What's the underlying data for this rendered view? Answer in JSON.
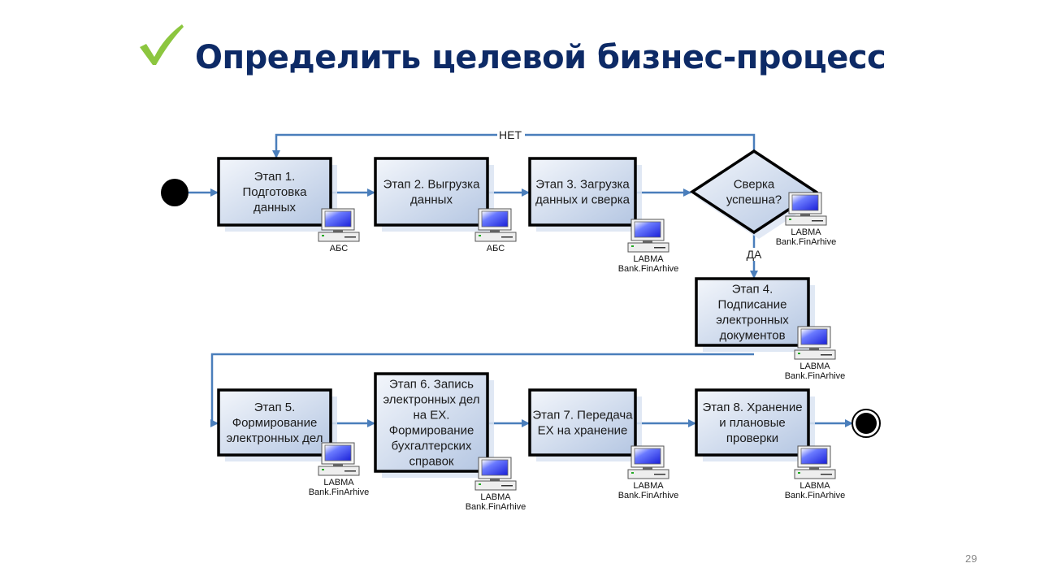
{
  "slide": {
    "title": "Определить целевой бизнес-процесс",
    "page_number": "29",
    "accent_color": "#0d2a66",
    "check_color": "#8cc63f"
  },
  "diagram": {
    "start_label": "",
    "steps": [
      {
        "id": "s1",
        "lines": [
          "Этап 1.",
          "Подготовка",
          "данных"
        ],
        "system": [
          "АБС"
        ]
      },
      {
        "id": "s2",
        "lines": [
          "Этап 2. Выгрузка",
          "данных"
        ],
        "system": [
          "АБС"
        ]
      },
      {
        "id": "s3",
        "lines": [
          "Этап 3. Загрузка",
          "данных и сверка"
        ],
        "system": [
          "LABMA",
          "Bank.FinArhive"
        ]
      },
      {
        "id": "d1",
        "lines": [
          "Сверка",
          "успешна?"
        ],
        "system": [
          "LABMA",
          "Bank.FinArhive"
        ]
      },
      {
        "id": "s4",
        "lines": [
          "Этап 4.",
          "Подписание",
          "электронных",
          "документов"
        ],
        "system": [
          "LABMA",
          "Bank.FinArhive"
        ]
      },
      {
        "id": "s5",
        "lines": [
          "Этап 5.",
          "Формирование",
          "электронных дел"
        ],
        "system": [
          "LABMA",
          "Bank.FinArhive"
        ]
      },
      {
        "id": "s6",
        "lines": [
          "Этап 6. Запись",
          "электронных дел",
          "на EX.",
          "Формирование",
          "бухгалтерских",
          "справок"
        ],
        "system": [
          "LABMA",
          "Bank.FinArhive"
        ]
      },
      {
        "id": "s7",
        "lines": [
          "Этап 7. Передача",
          "EX на хранение"
        ],
        "system": [
          "LABMA",
          "Bank.FinArhive"
        ]
      },
      {
        "id": "s8",
        "lines": [
          "Этап 8. Хранение",
          "и плановые",
          "проверки"
        ],
        "system": [
          "LABMA",
          "Bank.FinArhive"
        ]
      }
    ],
    "edges": [
      {
        "from": "start",
        "to": "s1",
        "label": ""
      },
      {
        "from": "s1",
        "to": "s2",
        "label": ""
      },
      {
        "from": "s2",
        "to": "s3",
        "label": ""
      },
      {
        "from": "s3",
        "to": "d1",
        "label": ""
      },
      {
        "from": "d1",
        "to": "s1",
        "label": "НЕТ"
      },
      {
        "from": "d1",
        "to": "s4",
        "label": "ДА"
      },
      {
        "from": "s4",
        "to": "s5",
        "label": ""
      },
      {
        "from": "s5",
        "to": "s6",
        "label": ""
      },
      {
        "from": "s6",
        "to": "s7",
        "label": ""
      },
      {
        "from": "s7",
        "to": "s8",
        "label": ""
      },
      {
        "from": "s8",
        "to": "end",
        "label": ""
      }
    ],
    "colors": {
      "edge": "#4a7ebb",
      "box_fill_start": "#f2f5fb",
      "box_fill_end": "#b9c9e3"
    }
  }
}
